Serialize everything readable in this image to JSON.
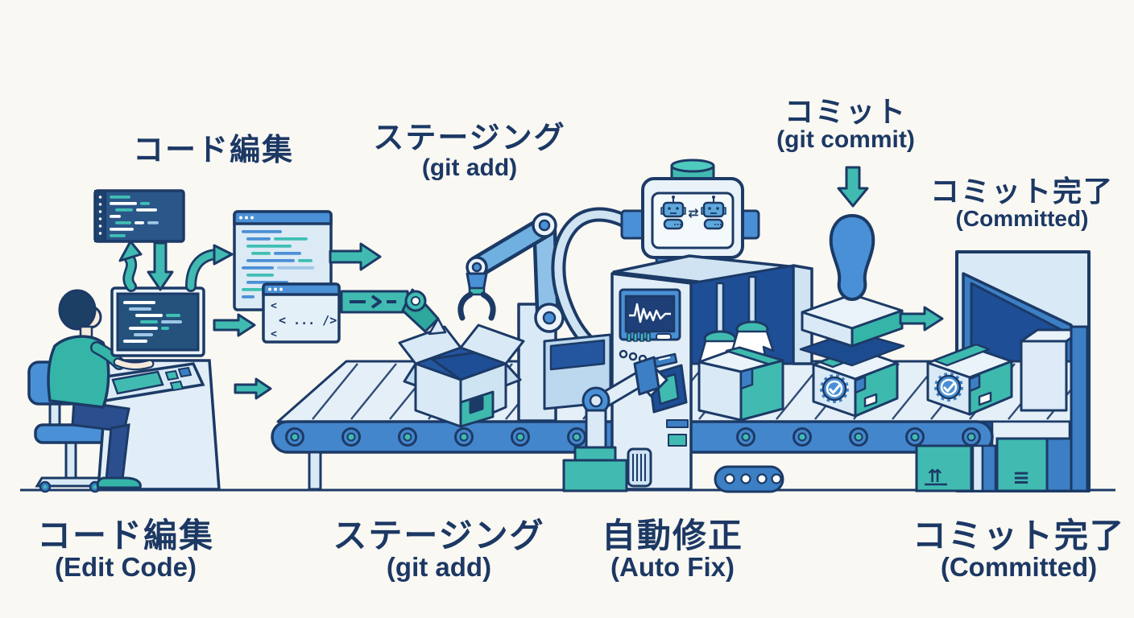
{
  "figure_colors": {
    "background": "#FAF8F3",
    "outline_navy": "#1C3A66",
    "text_navy": "#1C3864",
    "teal": "#41BBB1",
    "teal_dark": "#2EA79D",
    "blue": "#4A90D6",
    "blue_mid": "#3C7FC4",
    "belt_blue": "#4486CC",
    "interior_navy": "#2456A0",
    "panel_light": "#D9EAF6",
    "editor_dark": "#2A5688"
  },
  "stages_top": [
    {
      "jp": "コード編集"
    },
    {
      "jp": "ステージング",
      "en": "(git add)"
    },
    {
      "jp": "コミット",
      "en": "(git commit)"
    },
    {
      "jp": "コミット完了",
      "en": "(Committed)"
    }
  ],
  "stages_bottom": [
    {
      "jp": "コード編集",
      "en": "(Edit Code)"
    },
    {
      "jp": "ステージング",
      "en": "(git add)"
    },
    {
      "jp": "自動修正",
      "en": "(Auto Fix)"
    },
    {
      "jp": "コミット完了",
      "en": "(Committed)"
    }
  ],
  "code_snippet": {
    "line1": "<",
    "line2": "< ... />",
    "line3": "<"
  },
  "icons": {
    "swap_robots": "⇄",
    "this_side_up": "⇈",
    "shipping_lines": "≡"
  }
}
